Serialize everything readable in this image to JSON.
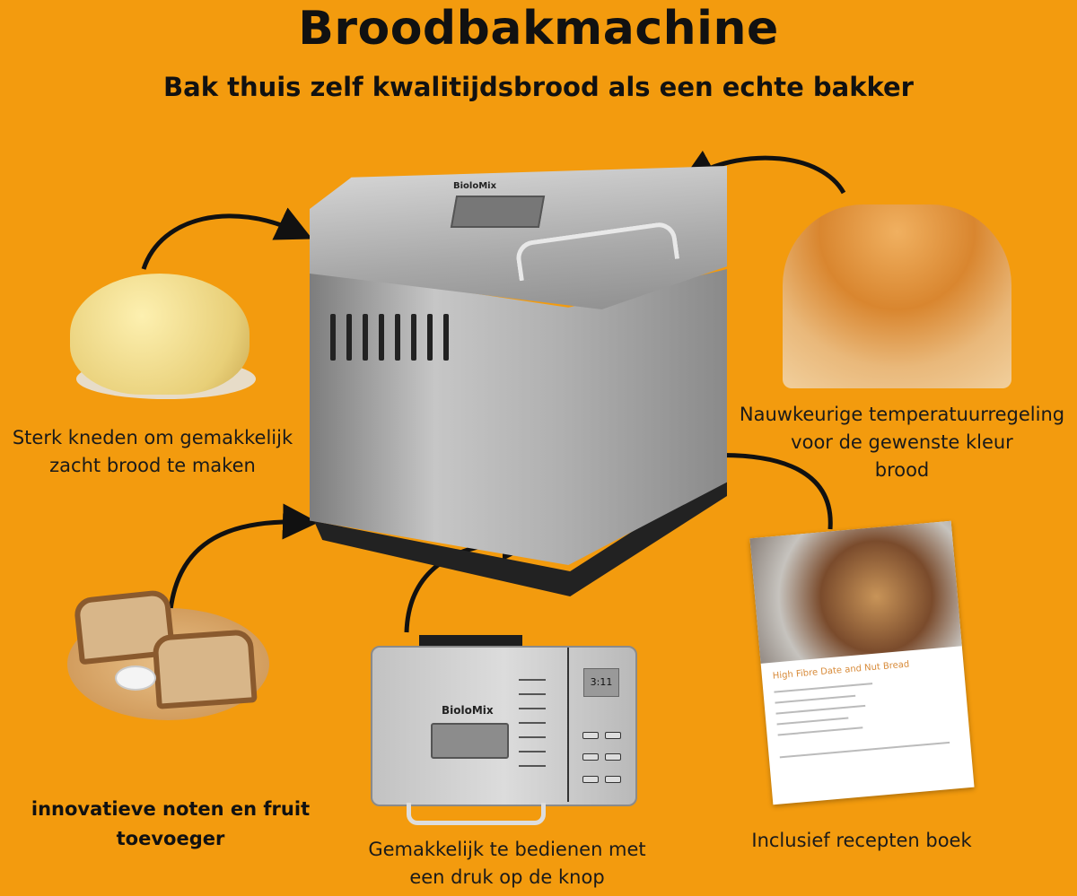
{
  "header": {
    "title": "Broodbakmachine",
    "subtitle": "Bak thuis zelf kwalitijdsbrood als een echte bakker"
  },
  "features": [
    {
      "id": "kneading",
      "lines": [
        "Sterk kneden om gemakkelijk",
        "zacht brood te maken"
      ]
    },
    {
      "id": "temperature",
      "lines": [
        "Nauwkeurige temperatuurregeling",
        "voor de gewenste kleur",
        "brood"
      ]
    },
    {
      "id": "dispenser",
      "lines": [
        "innovatieve noten en fruit",
        "toevoeger"
      ]
    },
    {
      "id": "controls",
      "lines": [
        "Gemakkelijk te bedienen met",
        "een druk op de knop"
      ]
    },
    {
      "id": "recipes",
      "lines": [
        "Inclusief recepten boek"
      ]
    }
  ],
  "product": {
    "brand_label": "BioloMix",
    "display_value": "3:11"
  },
  "recipe_book": {
    "recipe_title": "High Fibre Date and Nut Bread"
  },
  "colors": {
    "background": "#F39B0E",
    "text": "#111111",
    "steel": "#B5B5B5"
  }
}
